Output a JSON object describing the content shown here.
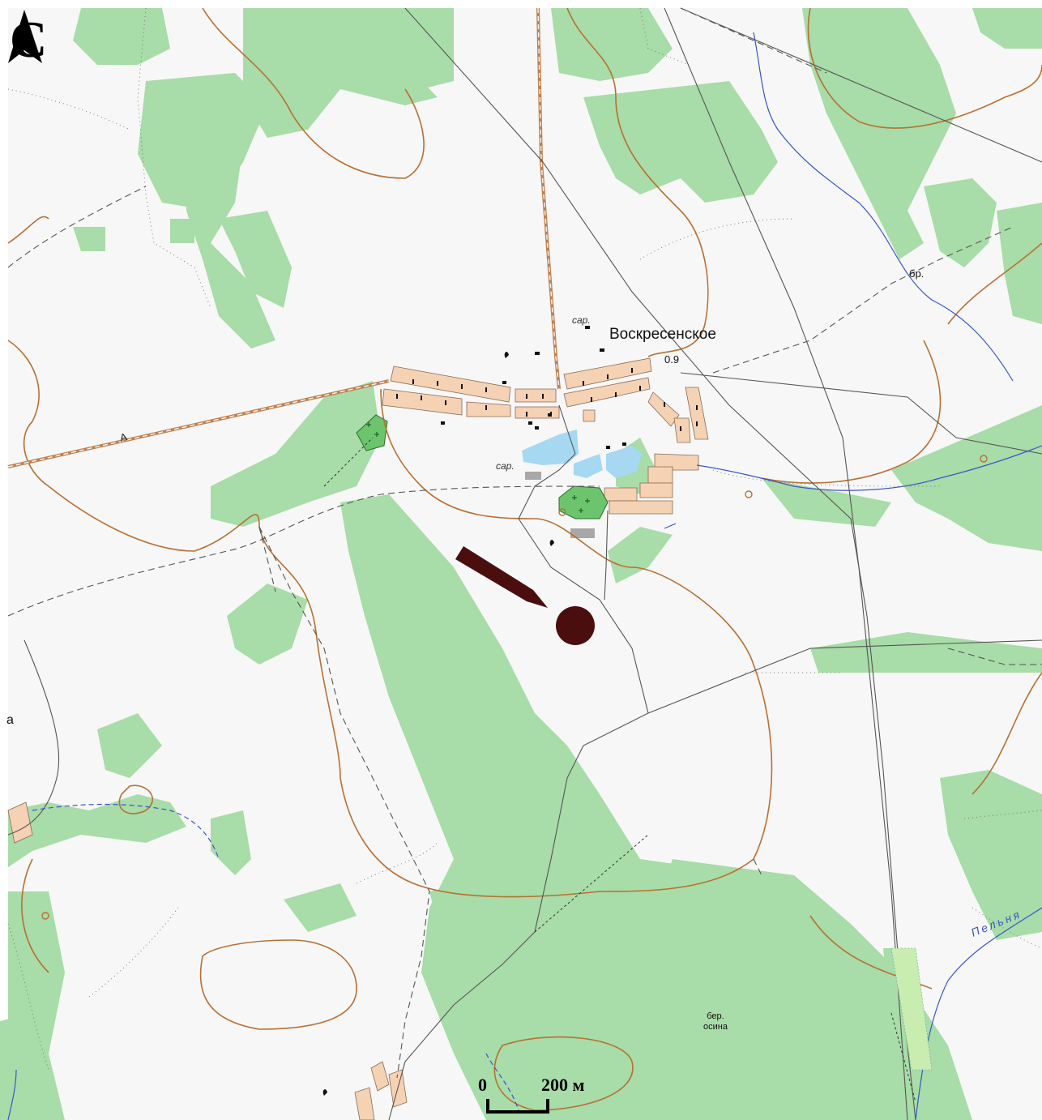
{
  "map": {
    "village_name": "Воскресенское",
    "height_mark": "0.9",
    "barn_label_1": "сар.",
    "barn_label_2": "сар.",
    "ford_label": "бр.",
    "river_name": "Пельня",
    "forest_species": "бер.\nосина",
    "road_class_label": "А",
    "edge_letter": "а",
    "north_symbol": "С",
    "scale": {
      "zero": "0",
      "distance": "200 м"
    },
    "colors": {
      "forest": "#a8dca8",
      "settlement": "#f5d2b4",
      "water": "#a6d8f2",
      "contour": "#b87032",
      "river": "#3a55c9",
      "railway": "#c08050",
      "marker": "#4a0e0e",
      "background": "#f7f7f7"
    },
    "icons": [
      "north-arrow-icon",
      "location-marker-icon",
      "pointer-arrow-icon",
      "church-icon",
      "cemetery-icon"
    ]
  }
}
